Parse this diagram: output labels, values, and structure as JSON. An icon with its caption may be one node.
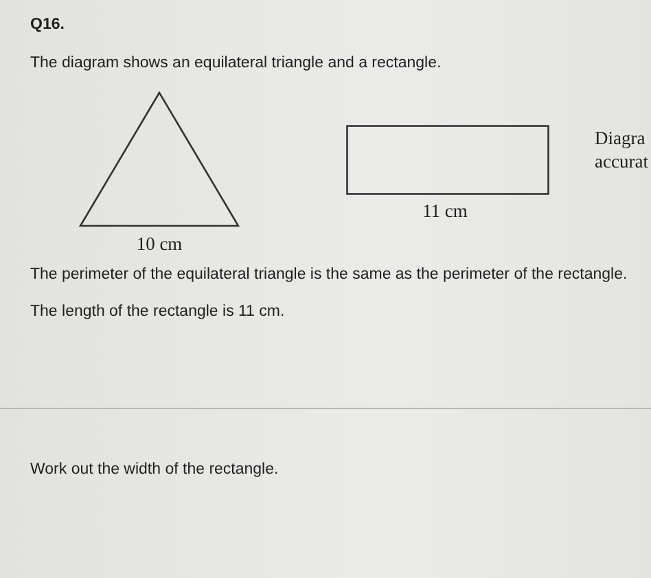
{
  "diagram": {
    "nodes": [
      {
        "text": [],
        "shape": "triangle",
        "beside": [
          "10 cm"
        ]
      },
      {
        "text": [],
        "shape": "box",
        "beside": [
          "11 cm"
        ]
      }
    ],
    "labels": [
      "Q16.",
      "The diagram shows an equilateral triangle and a rectangle.",
      "Diagra",
      "accurat",
      "The perimeter of the equilateral triangle is the same as the perimeter of the rectangle.",
      "The length of the rectangle is 11 cm.",
      "Work out the width of the rectangle."
    ]
  }
}
